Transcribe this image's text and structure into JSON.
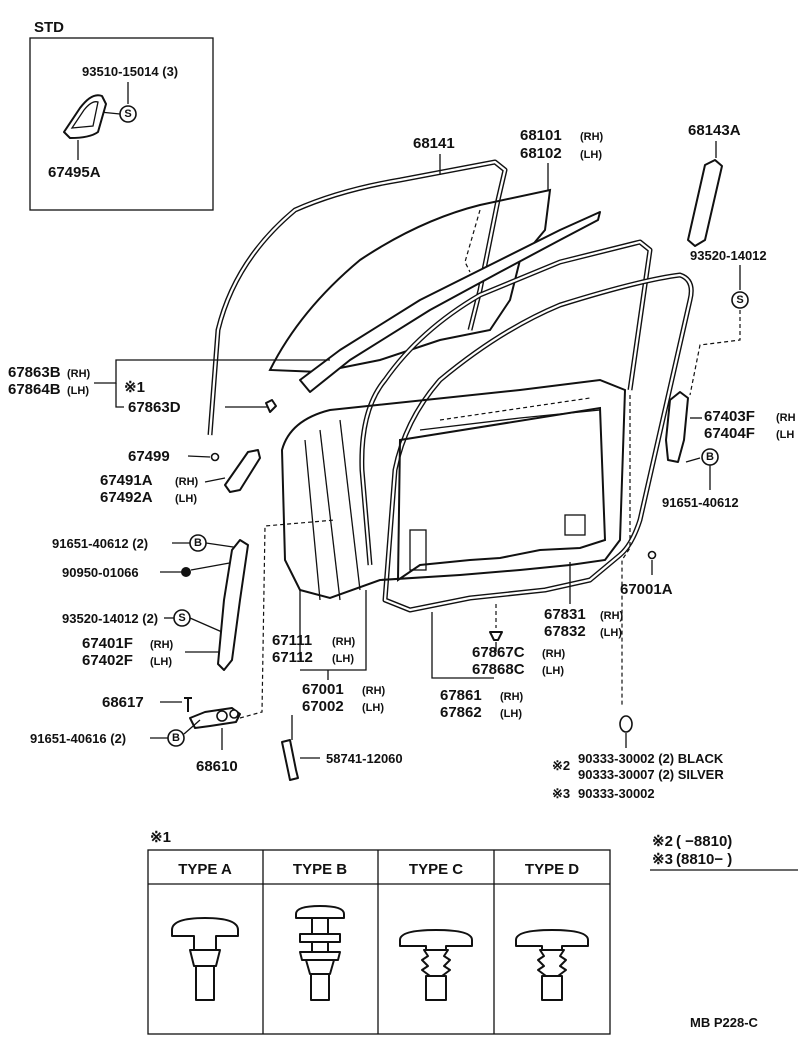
{
  "std_box": {
    "title": "STD"
  },
  "labels": {
    "std_screw": "93510-15014 (3)",
    "std_part": "67495A",
    "p68141": "68141",
    "p68101": "68101",
    "p68102": "68102",
    "p68143A": "68143A",
    "p93520_r": "93520-14012",
    "p67863B": "67863B",
    "p67864B": "67864B",
    "mark1_ref": "※1",
    "p67863D": "67863D",
    "p67403F": "67403F",
    "p67404F": "67404F",
    "p67499": "67499",
    "p67491A": "67491A",
    "p67492A": "67492A",
    "p91651_r": "91651-40612",
    "p91651_l": "91651-40612 (2)",
    "p90950": "90950-01066",
    "p67001A": "67001A",
    "p93520_l": "93520-14012 (2)",
    "p67401F": "67401F",
    "p67402F": "67402F",
    "p67111": "67111",
    "p67112": "67112",
    "p67831": "67831",
    "p67832": "67832",
    "p67867C": "67867C",
    "p67868C": "67868C",
    "p67001": "67001",
    "p67002": "67002",
    "p67861": "67861",
    "p67862": "67862",
    "p68617": "68617",
    "p91651_40616": "91651-40616 (2)",
    "p68610": "68610",
    "p58741": "58741-12060",
    "mark2": "※2",
    "p90333_black": "90333-30002 (2) BLACK",
    "p90333_silver": "90333-30007 (2) SILVER",
    "mark3": "※3",
    "p90333_3": "90333-30002"
  },
  "side": {
    "rh": "(RH)",
    "lh": "(LH)",
    "rh_open": "(RH",
    "lh_open": "(LH"
  },
  "symbols": {
    "s": "S",
    "b": "B"
  },
  "types_table": {
    "caption": "※1",
    "headers": [
      "TYPE  A",
      "TYPE  B",
      "TYPE  C",
      "TYPE  D"
    ]
  },
  "date_notes": [
    {
      "mark": "※2",
      "range": "(      −8810)"
    },
    {
      "mark": "※3",
      "range": "(8810−       )"
    }
  ],
  "footer_code": "MB   P228-C"
}
